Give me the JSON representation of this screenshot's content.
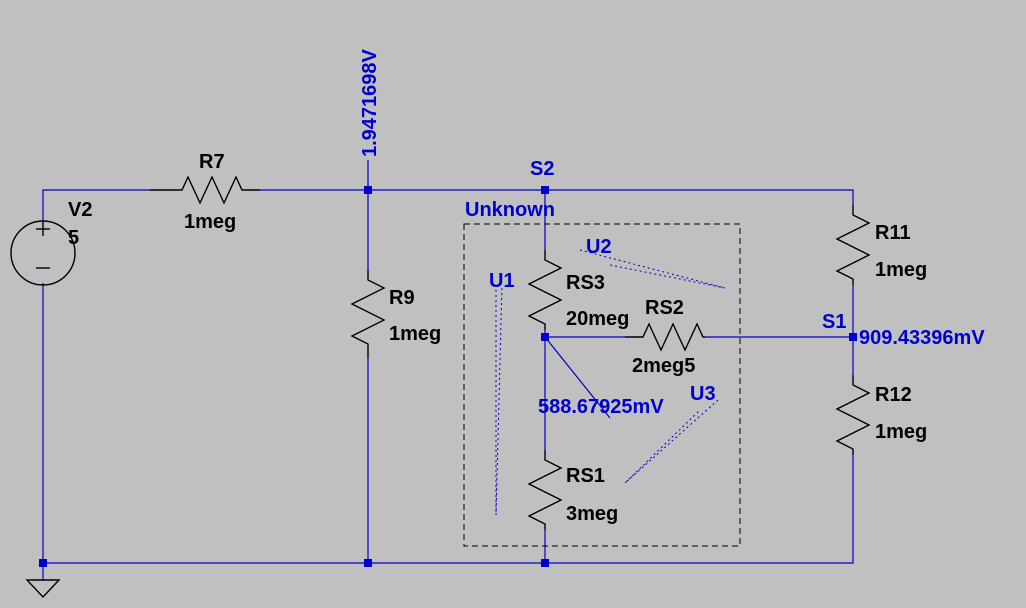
{
  "components": {
    "v2": {
      "name": "V2",
      "value": "5"
    },
    "r7": {
      "name": "R7",
      "value": "1meg"
    },
    "r9": {
      "name": "R9",
      "value": "1meg"
    },
    "r11": {
      "name": "R11",
      "value": "1meg"
    },
    "r12": {
      "name": "R12",
      "value": "1meg"
    },
    "rs1": {
      "name": "RS1",
      "value": "3meg"
    },
    "rs2": {
      "name": "RS2",
      "value": "2meg5"
    },
    "rs3": {
      "name": "RS3",
      "value": "20meg"
    }
  },
  "nets": {
    "s1": "S1",
    "s2": "S2"
  },
  "box": {
    "label": "Unknown"
  },
  "probes": {
    "u1": "U1",
    "u2": "U2",
    "u3": "U3"
  },
  "voltages": {
    "top_node": "1.9471698V",
    "s1_node": "909.43396mV",
    "mid_node": "588.67925mV"
  },
  "colors": {
    "background": "#c0c0c0",
    "wire": "#0000cc",
    "component": "#000000"
  }
}
